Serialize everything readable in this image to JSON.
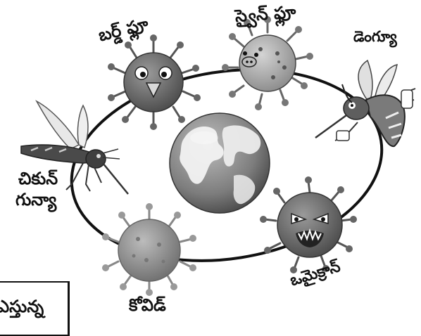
{
  "labels": {
    "bird_flu": "బర్డ్ ఫ్లూ",
    "swine_flu": "స్వైన్ ఫ్లూ",
    "dengue": "డెంగ్యూ",
    "chikungunya_line1": "చికున్",
    "chikungunya_line2": "గున్యా",
    "omicron": "ఒమైక్రాన్",
    "covid": "కోవిడ్",
    "corner_fragment": "ఎస్తున్న"
  },
  "colors": {
    "ring": "#111111",
    "globe_ocean": "#8f8f8f",
    "globe_land": "#f2f2f2",
    "virus_dark": "#6b6b6b",
    "virus_light": "#a9a9a9"
  }
}
